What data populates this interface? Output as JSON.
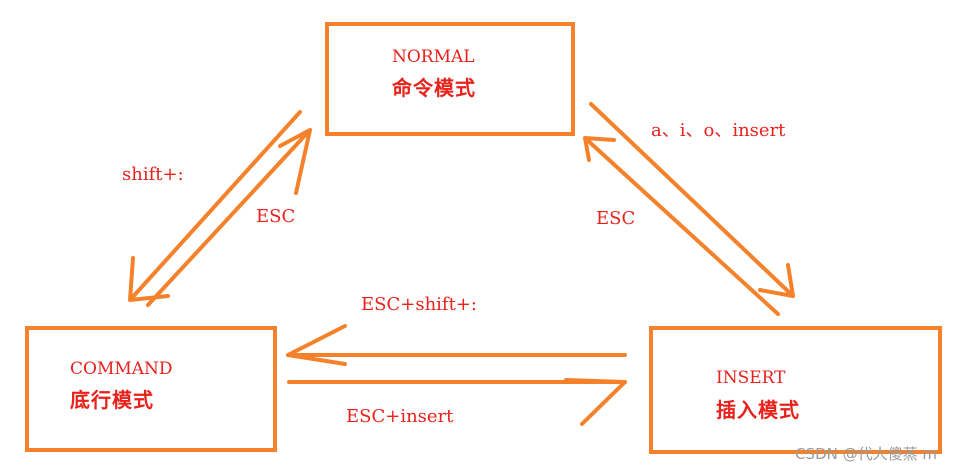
{
  "states": {
    "normal": {
      "en": "NORMAL",
      "zh": "命令模式"
    },
    "command": {
      "en": "COMMAND",
      "zh": "底行模式"
    },
    "insert": {
      "en": "INSERT",
      "zh": "插入模式"
    }
  },
  "transitions": {
    "normal_to_command": "shift+:",
    "command_to_normal": "ESC",
    "normal_to_insert": "a、i、o、insert",
    "insert_to_normal": "ESC",
    "insert_to_command": "ESC+shift+:",
    "command_to_insert": "ESC+insert"
  },
  "colors": {
    "stroke": "#f5822a",
    "text": "#e8211b"
  },
  "watermark": "CSDN @代人傻蒸 m"
}
